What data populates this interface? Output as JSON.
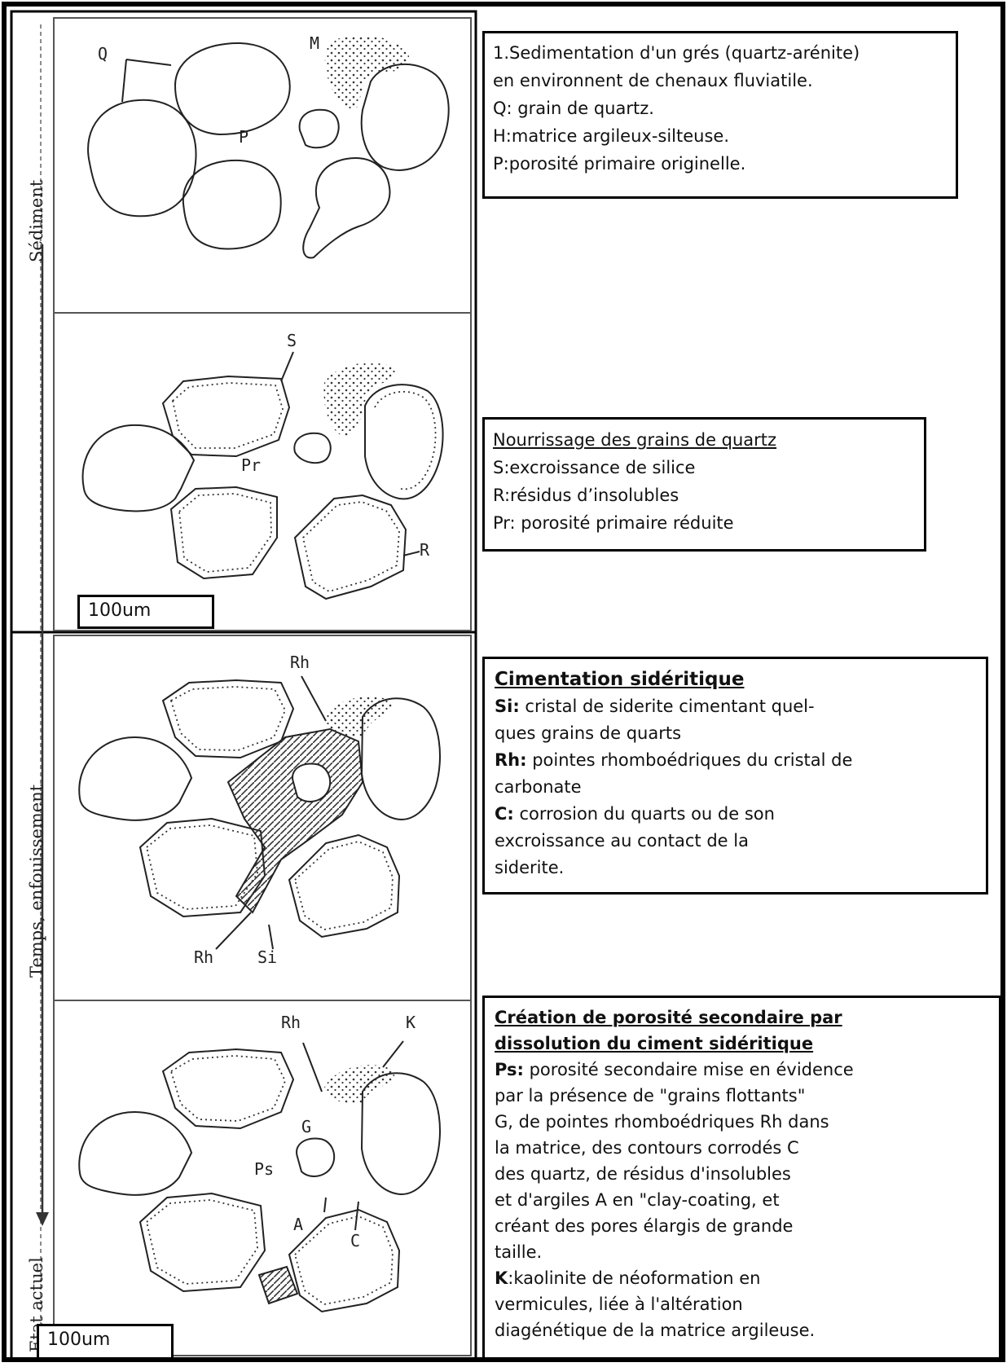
{
  "axis": {
    "time_label": "Temps, enfouissement",
    "start_label": "Sédiment",
    "end_label": "Etat actuel"
  },
  "panels": [
    {
      "labels": {
        "q": "Q",
        "m": "M",
        "p": "P"
      }
    },
    {
      "labels": {
        "s": "S",
        "pr": "Pr",
        "r": "R"
      },
      "scale": "100um"
    },
    {
      "labels": {
        "rh_top": "Rh",
        "rh_bottom": "Rh",
        "si": "Si"
      }
    },
    {
      "labels": {
        "rh": "Rh",
        "k": "K",
        "g": "G",
        "ps": "Ps",
        "a": "A",
        "c": "C"
      },
      "scale": "100um"
    }
  ],
  "captions": [
    {
      "lines": [
        "1.Sedimentation d'un grés (quartz-arénite)",
        "en environnent de chenaux fluviatile.",
        "Q: grain de quartz.",
        "H:matrice argileux-silteuse.",
        "P:porosité primaire originelle."
      ]
    },
    {
      "title": "Nourrissage des grains de quartz",
      "lines": [
        "S:excroissance de silice",
        "R:résidus d’insolubles",
        "Pr: porosité primaire réduite"
      ]
    },
    {
      "title": "Cimentation sidéritique",
      "items": [
        {
          "key": "Si:",
          "text": " cristal de siderite cimentant quel-"
        },
        {
          "key": "",
          "text": "ques grains de quarts"
        },
        {
          "key": "Rh:",
          "text": " pointes rhomboédriques du cristal de"
        },
        {
          "key": "",
          "text": "carbonate"
        },
        {
          "key": "C:",
          "text": " corrosion du quarts ou de son"
        },
        {
          "key": "",
          "text": "excroissance au contact de la"
        },
        {
          "key": "",
          "text": "siderite."
        }
      ]
    },
    {
      "title_lines": [
        "Création de porosité secondaire par",
        "dissolution du ciment sidéritique"
      ],
      "items": [
        {
          "key": "Ps:",
          "text": " porosité secondaire mise en évidence"
        },
        {
          "key": "",
          "text": "par la présence de \"grains flottants\""
        },
        {
          "key": "",
          "text": "G, de pointes rhomboédriques Rh dans"
        },
        {
          "key": "",
          "text": "la matrice, des contours corrodés C"
        },
        {
          "key": "",
          "text": "des quartz, de résidus d'insolubles"
        },
        {
          "key": "",
          "text": "et d'argiles A en \"clay-coating, et"
        },
        {
          "key": "",
          "text": "créant des pores élargis de grande"
        },
        {
          "key": "",
          "text": "taille."
        },
        {
          "key": "K",
          "text": ":kaolinite de néoformation en"
        },
        {
          "key": "",
          "text": "vermicules, liée à l'altération"
        },
        {
          "key": "",
          "text": "diagénétique de la matrice argileuse."
        }
      ]
    }
  ]
}
